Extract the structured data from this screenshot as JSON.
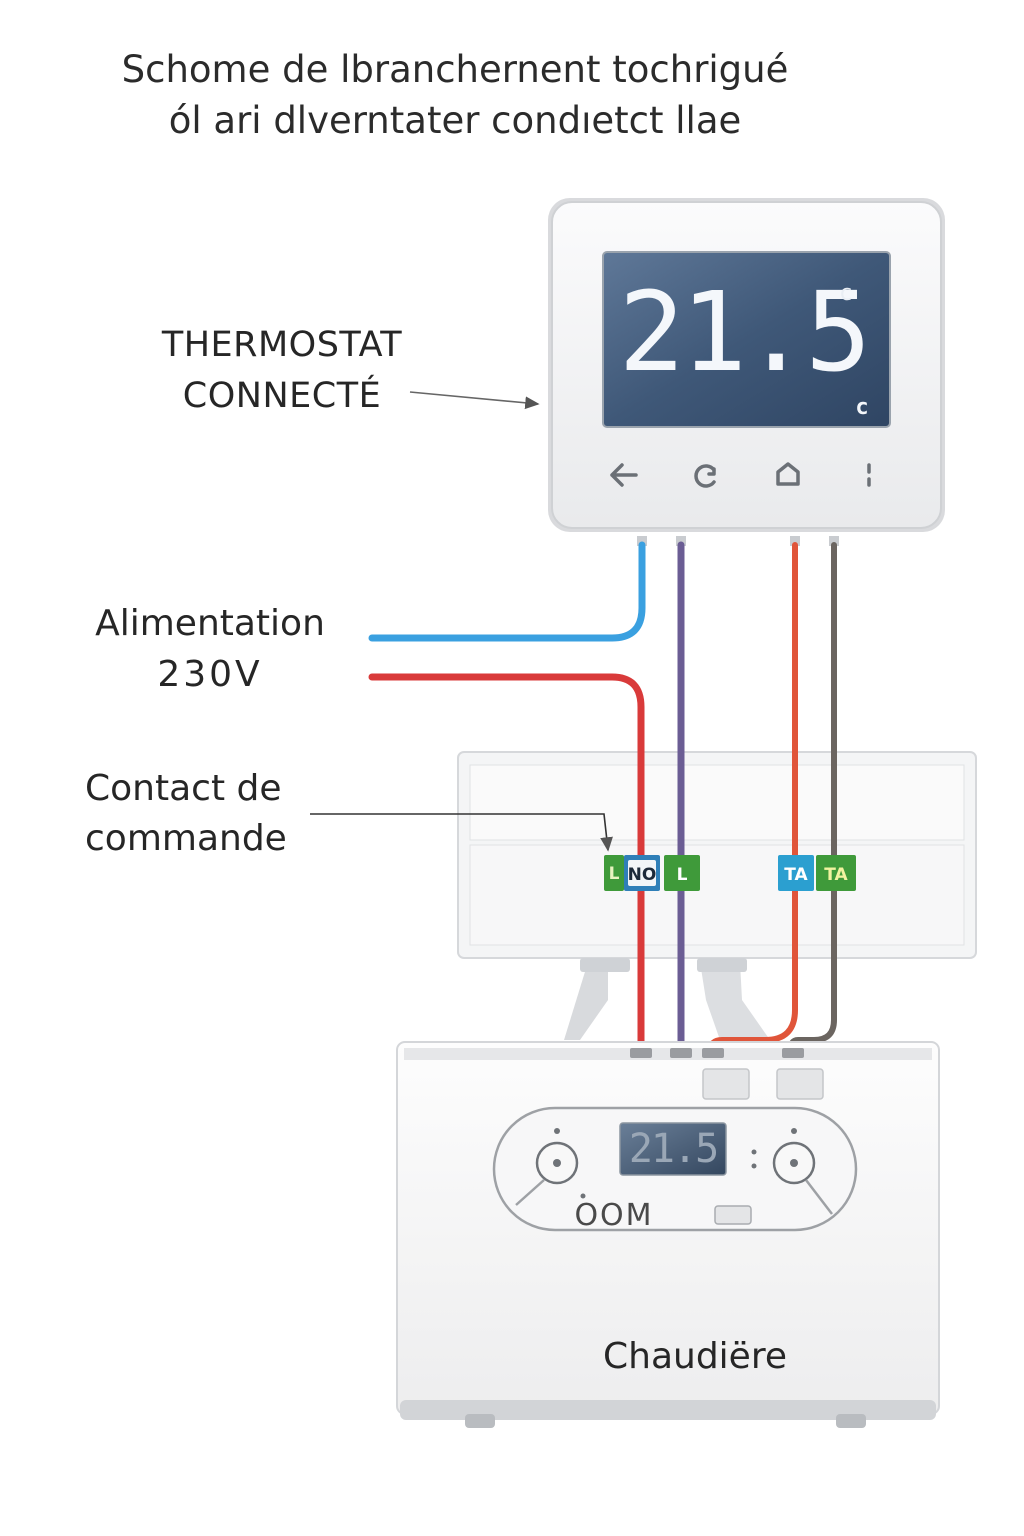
{
  "title": {
    "line1": "Schome de lbranchernent tochrigué",
    "line2": "ól ari dlverntater condıetct llae"
  },
  "labels": {
    "thermostat_line1": "THERMOSTAT",
    "thermostat_line2": "CONNECTÉ",
    "power_line1": "Alimentation",
    "power_line2": "230V",
    "contact_line1": "Contact de",
    "contact_line2": "commande",
    "boiler": "Chaudiëre"
  },
  "thermostat": {
    "temperature": "21.5",
    "unit": "c",
    "mode_glyph": "c",
    "icons": [
      "back-arrow-icon",
      "refresh-icon",
      "home-icon",
      "more-vertical-icon"
    ]
  },
  "terminals": [
    {
      "label": "L",
      "color": "#3f9a3a"
    },
    {
      "label": "NO",
      "color": "#2f7fb8"
    },
    {
      "label": "L",
      "color": "#3f9a3a"
    },
    {
      "label": "TA",
      "color": "#2b9fd0"
    },
    {
      "label": "TA",
      "color": "#3f9a3a"
    }
  ],
  "boiler": {
    "display": "21.5",
    "mode_label": "OOM"
  },
  "colors": {
    "wire_blue": "#3aa0e0",
    "wire_red": "#d93a3a",
    "wire_purple": "#6b5d94",
    "wire_orange": "#e0553a",
    "wire_grey": "#6b6560",
    "lcd_bg": "#3f5878"
  }
}
